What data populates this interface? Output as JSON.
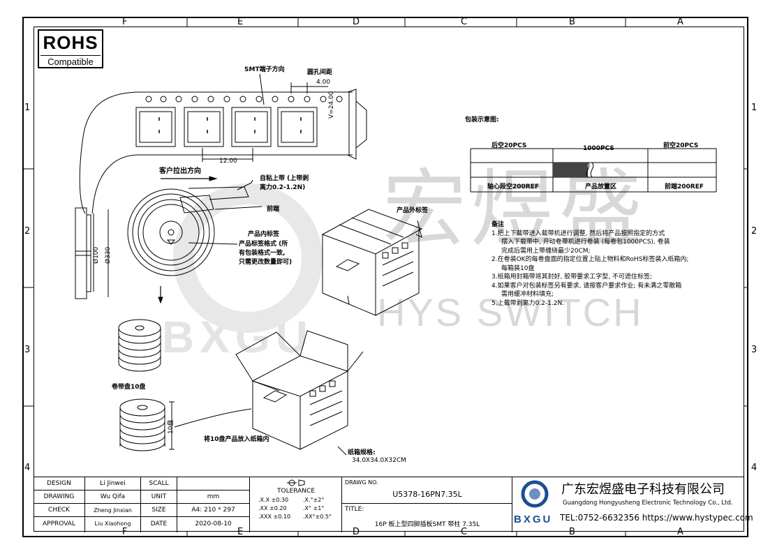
{
  "zones": {
    "columns": [
      "F",
      "E",
      "D",
      "C",
      "B",
      "A"
    ],
    "rows": [
      "1",
      "2",
      "3",
      "4"
    ]
  },
  "rohs": {
    "title": "ROHS",
    "subtitle": "Compatible"
  },
  "tape": {
    "smt_direction": "SMT端子方向",
    "hole_pitch_label": "圆孔间距",
    "hole_pitch": "4.00",
    "pitch": "12.00",
    "width": "V=24.00"
  },
  "reel": {
    "pull_direction": "客户拉出方向",
    "self_adhesive": "自粘上带 (上带剥",
    "peel_force": "离力0.2-1.2N)",
    "front_end": "前端",
    "inner_label_title": "产品内标签",
    "inner_label_1": "产品标签格式 (所",
    "inner_label_2": "有包装格式一致,",
    "inner_label_3": "只需更改数量即可)",
    "dia_hub": "Ø100",
    "dia_reel": "Ø330",
    "stack_label": "卷带盘10盘",
    "stack_height": "10盘"
  },
  "box": {
    "outer_label": "产品外标签",
    "into_box": "将10盘产品放入纸箱内",
    "carton_spec_title": "纸箱规格:",
    "carton_spec": "34.0X34.0X32CM"
  },
  "packing": {
    "title": "包装示意图:",
    "rear_empty": "后空20PCS",
    "pcs": "1000PCS",
    "front_empty": "前空20PCS",
    "core_empty": "轴心段空200REF",
    "product_area": "产品放置区",
    "front_end": "前端200REF"
  },
  "notes": {
    "title": "备注",
    "items": [
      "1.把上下载带进入载带机进行调整, 然后将产品按照指定的方式",
      "摆入下载带中, 开动卷带机进行卷装 (每卷包1000PCS), 卷装",
      "完成后需用上带缠绕最少20CM;",
      "2.在卷装OK的每卷盘面的指定位置上贴上物料和RoHS标签装入纸箱内;",
      "每箱装10盘",
      "3.纸箱用封箱带将其封好, 胶带要求工字型, 不可遮住标签;",
      "4.如果客户对包装标签另有要求, 请按客户要求作业; 有未满之零散箱",
      "需用缓冲材料填充;",
      "5.上载带剥离力0.2-1.2N."
    ]
  },
  "watermark": {
    "cn": "宏煜盛",
    "en": "HYS SWITCH",
    "brand": "BXGU"
  },
  "title_block": {
    "design_label": "DESIGN",
    "design_name": "Li Jinwei",
    "drawing_label": "DRAWING",
    "drawing_name": "Wu Qifa",
    "check_label": "CHECK",
    "check_name": "Zheng Jinxian",
    "approval_label": "APPROVAL",
    "approval_name": "Liu Xiaohong",
    "scale_label": "SCALL",
    "scale_value": "",
    "unit_label": "UNIT",
    "unit_value": "mm",
    "size_label": "SIZE",
    "size_value": "A4: 210 * 297",
    "date_label": "DATE",
    "date_value": "2020-08-10",
    "tolerance_title": "TOLERANCE",
    "tol_1": ".X.X  ±0.30",
    "tol_2": ".XX  ±0.20",
    "tol_3": ".XXX  ±0.10",
    "tol_4": ".X.°±2°",
    "tol_5": ".X°  ±1°",
    "tol_6": ".XX°±0.5°",
    "drawing_no_label": "DRAWG NO.",
    "drawing_no": "U5378-16PN7.35L",
    "title_label": "TITLE:",
    "title_value": "16P 板上型四脚插板SMT 带柱 7.35L",
    "company_cn": "广东宏煜盛电子科技有限公司",
    "company_en": "Guangdong Hongyusheng Electronic Technology Co., Ltd.",
    "contact": "TEL:0752-6632356  https://www.hystypec.com",
    "logo_text": "BXGU"
  },
  "colors": {
    "line": "#000000",
    "watermark": "#d8d8d8",
    "logo": "#1c4f93"
  }
}
